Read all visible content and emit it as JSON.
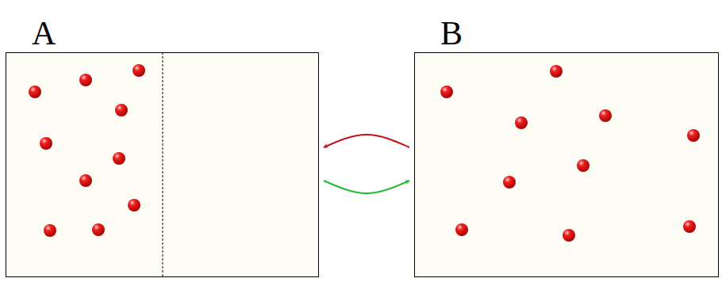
{
  "diagram": {
    "nodes": [
      {
        "text": [
          "A"
        ]
      },
      {
        "text": [
          "B"
        ]
      }
    ],
    "edges": [
      {
        "from": 1,
        "to": 0,
        "arrow": "to"
      },
      {
        "from": 0,
        "to": 1,
        "arrow": "to"
      }
    ]
  }
}
